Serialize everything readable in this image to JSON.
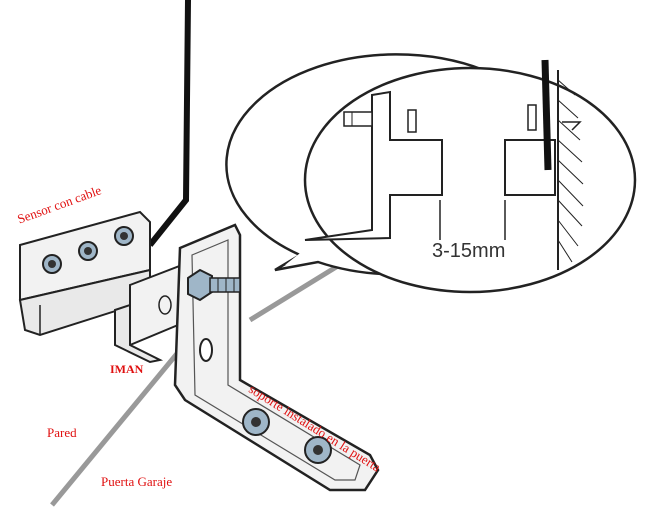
{
  "labels": {
    "sensor": "Sensor con cable",
    "magnet": "IMAN",
    "wall": "Pared",
    "garage_door": "Puerta Garaje",
    "door_bracket": "soporte instalado en la puerta"
  },
  "detail": {
    "gap": "3-15mm"
  },
  "colors": {
    "label_text": "#e01010",
    "line": "#222222",
    "part_fill": "#f2f2f2"
  }
}
